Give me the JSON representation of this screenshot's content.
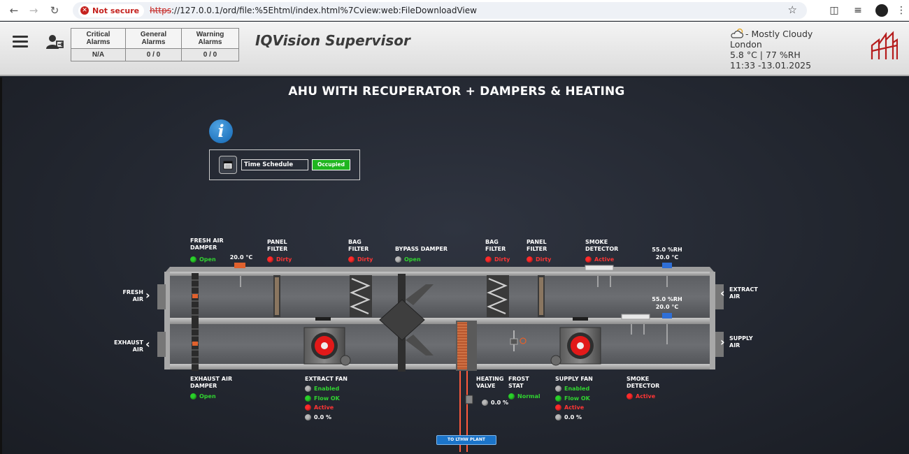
{
  "browser": {
    "security_label": "Not secure",
    "url_protocol": "https",
    "url_rest": "://127.0.0.1/ord/file:%5Ehtml/index.html%7Cview:web:FileDownloadView"
  },
  "header": {
    "title": "IQVision Supervisor",
    "alarms": {
      "headers": [
        "Critical Alarms",
        "General Alarms",
        "Warning Alarms"
      ],
      "values": [
        "N/A",
        "0 / 0",
        "0 / 0"
      ]
    },
    "weather": {
      "condition": " - Mostly Cloudy",
      "city": "London",
      "reading": "5.8 °C | 77 %RH",
      "datetime": "11:33 -13.01.2025"
    }
  },
  "main": {
    "title": "AHU WITH RECUPERATOR + DAMPERS & HEATING",
    "info_label": "i",
    "schedule": {
      "label": "Time Schedule",
      "status": "Occupied"
    }
  },
  "ahu": {
    "fresh_air_damper": {
      "label1": "FRESH AIR",
      "label2": "DAMPER",
      "status": "Open"
    },
    "fresh_air_temp": "20.0 °C",
    "panel_filter_1": {
      "label1": "PANEL",
      "label2": "FILTER",
      "status": "Dirty"
    },
    "bag_filter_1": {
      "label1": "BAG",
      "label2": "FILTER",
      "status": "Dirty"
    },
    "bypass_damper": {
      "label": "BYPASS DAMPER",
      "status": "Open"
    },
    "bag_filter_2": {
      "label1": "BAG",
      "label2": "FILTER",
      "status": "Dirty"
    },
    "panel_filter_2": {
      "label1": "PANEL",
      "label2": "FILTER",
      "status": "Dirty"
    },
    "smoke_detector_top": {
      "label1": "SMOKE",
      "label2": "DETECTOR",
      "status": "Active"
    },
    "extract_rh": "55.0 %RH",
    "extract_temp": "20.0 °C",
    "supply_rh": "55.0 %RH",
    "supply_temp": "20.0 °C",
    "fresh_air_side": {
      "l1": "FRESH",
      "l2": "AIR"
    },
    "exhaust_air_side": {
      "l1": "EXHAUST",
      "l2": "AIR"
    },
    "extract_air_side": {
      "l1": "EXTRACT",
      "l2": "AIR"
    },
    "supply_air_side": {
      "l1": "SUPPLY",
      "l2": "AIR"
    },
    "exhaust_air_damper": {
      "label1": "EXHAUST AIR",
      "label2": "DAMPER",
      "status": "Open"
    },
    "extract_fan": {
      "label": "EXTRACT FAN",
      "s1": "Enabled",
      "s2": "Flow OK",
      "s3": "Active",
      "speed": "0.0 %"
    },
    "heating_valve": {
      "label1": "HEATING",
      "label2": "VALVE",
      "value": "0.0 %"
    },
    "frost_stat": {
      "label1": "FROST",
      "label2": "STAT",
      "status": "Normal"
    },
    "supply_fan": {
      "label": "SUPPLY FAN",
      "s1": "Enabled",
      "s2": "Flow OK",
      "s3": "Active",
      "speed": "0.0 %"
    },
    "smoke_detector_bottom": {
      "label1": "SMOKE",
      "label2": "DETECTOR",
      "status": "Active"
    },
    "plant_button": "TO LTHW PLANT"
  }
}
